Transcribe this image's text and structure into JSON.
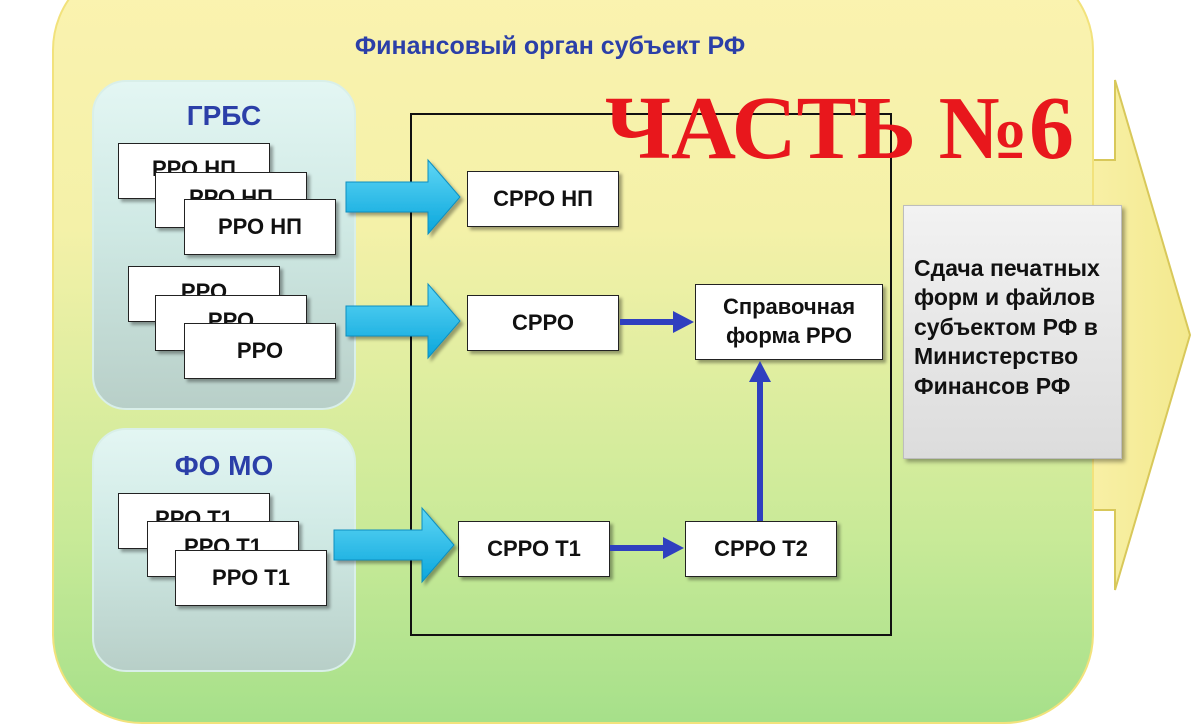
{
  "title": "Финансовый орган субъект РФ",
  "overlay_text": "ЧАСТЬ №6",
  "groups": {
    "grbs": {
      "title": "ГРБС",
      "stack1": [
        "РРО НП",
        "РРО НП",
        "РРО НП"
      ],
      "stack2": [
        "РРО",
        "РРО",
        "РРО"
      ]
    },
    "fomo": {
      "title": "ФО МО",
      "stack": [
        "РРО Т1",
        "РРО Т1",
        "РРО Т1"
      ]
    }
  },
  "nodes": {
    "srro_np": "СРРО НП",
    "srro": "СРРО",
    "ref_form": "Справочная форма РРО",
    "srro_t1": "СРРО Т1",
    "srro_t2": "СРРО Т2"
  },
  "result": "Сдача печатных форм и файлов субъектом РФ в Министерство Финансов РФ",
  "colors": {
    "title": "#2b3fa8",
    "overlay": "#e8171c",
    "fat_arrow": "#1fb8e8",
    "flow_arrow": "#2f3fbf"
  }
}
